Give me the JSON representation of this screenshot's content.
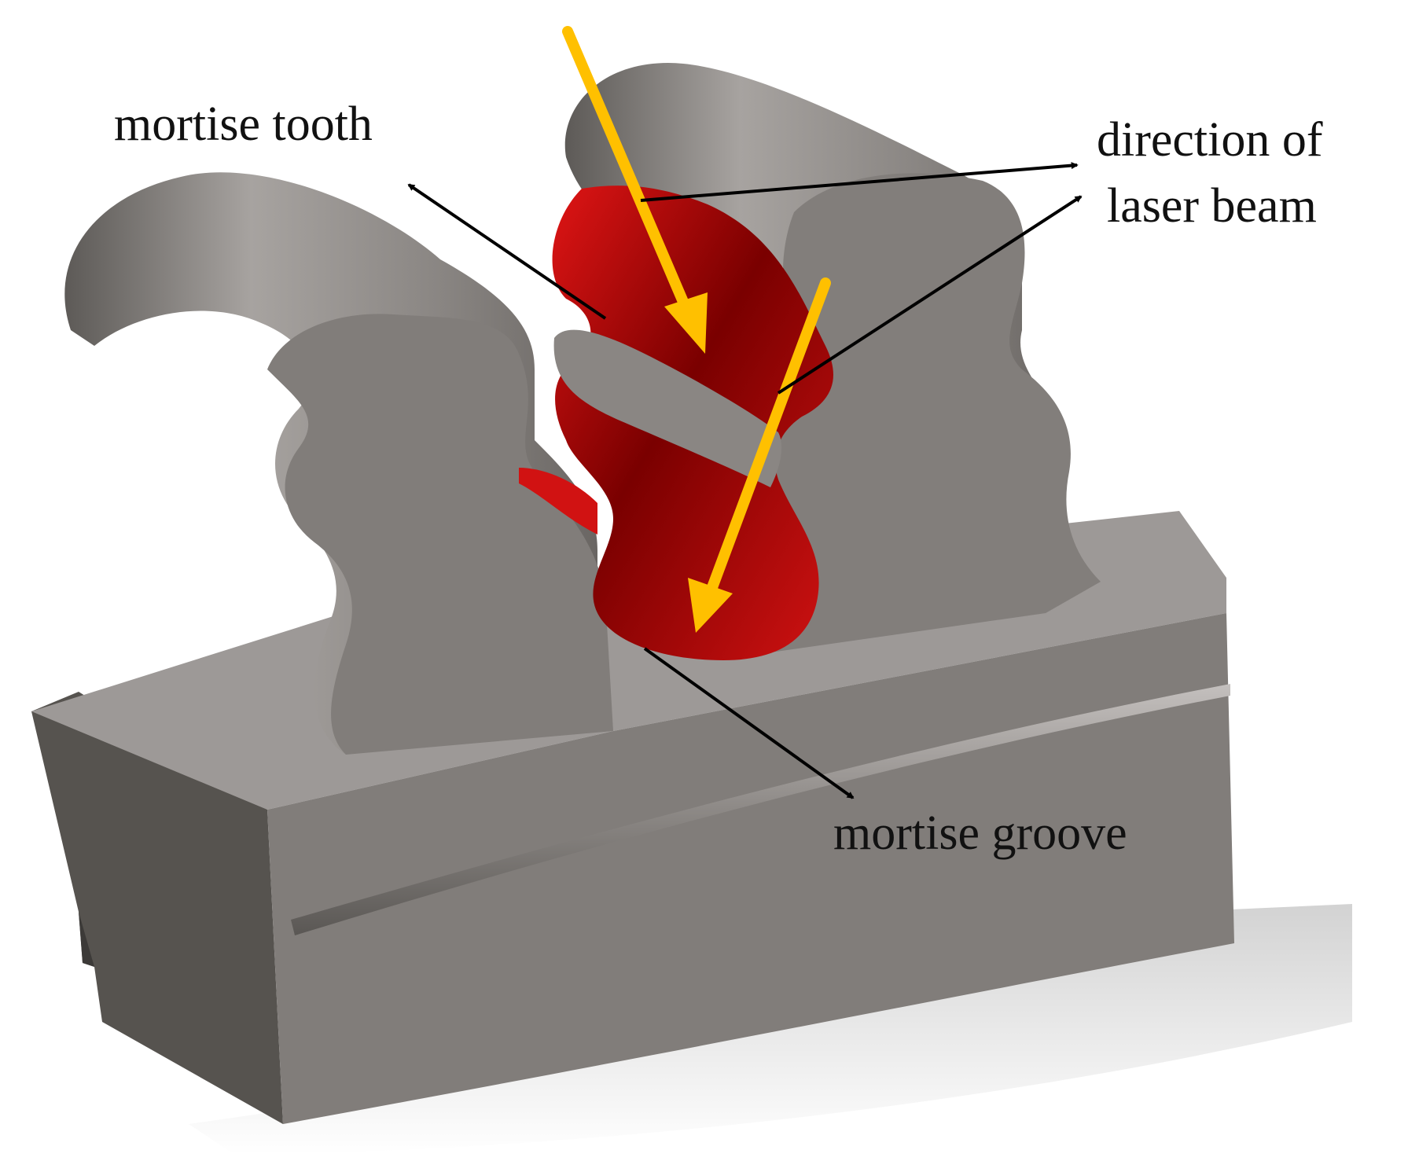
{
  "labels": {
    "mortise_tooth": "mortise tooth",
    "direction_line1": "direction of",
    "direction_line2": "laser beam",
    "mortise_groove": "mortise groove"
  },
  "colors": {
    "steel_face": "#7e7a77",
    "steel_top": "#a9a5a3",
    "steel_dark": "#4a4744",
    "cut_red": "#cc1010",
    "cut_dark": "#5a0000",
    "beam_yellow": "#ffc000",
    "pointer": "#000000"
  }
}
